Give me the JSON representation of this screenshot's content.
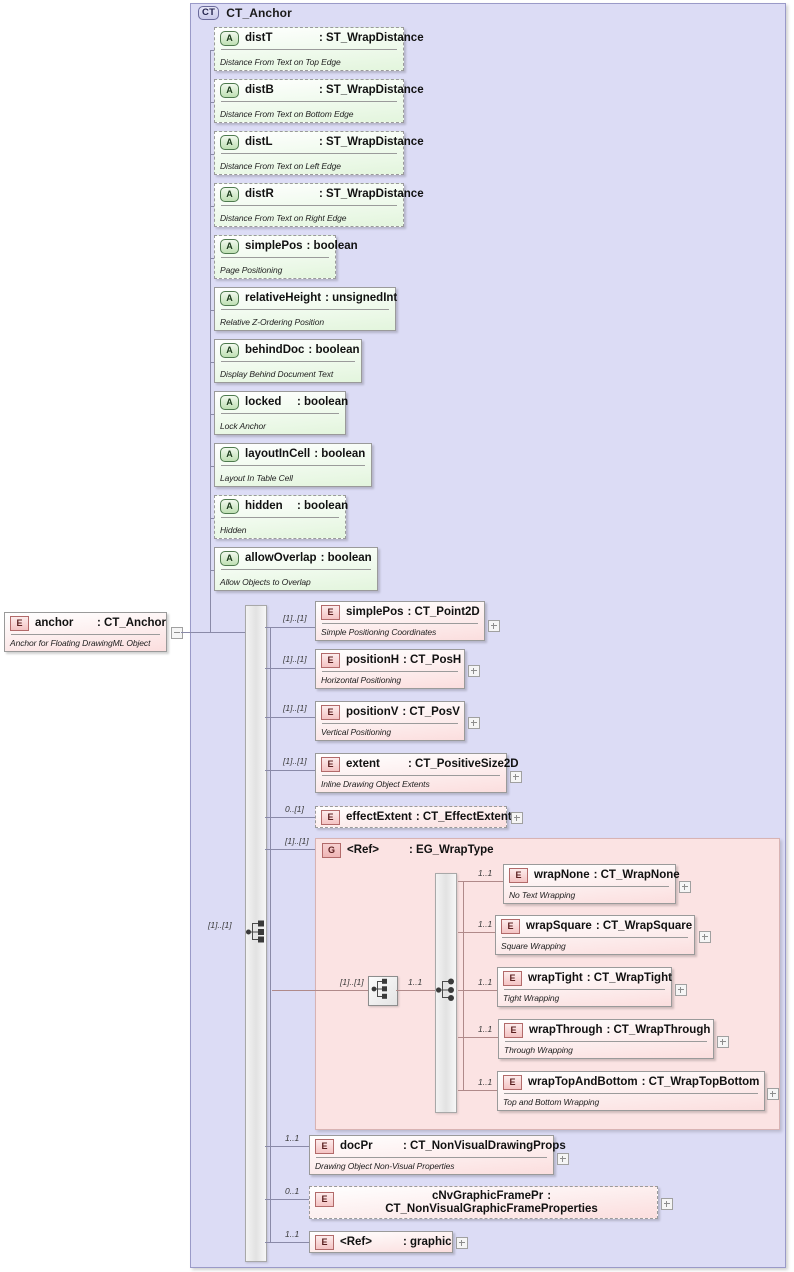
{
  "diagram": {
    "type": "xsd-schema-diagram",
    "root_container_label": "CT_Anchor",
    "root_badge": "CT"
  },
  "root_element": {
    "badge": "E",
    "name": "anchor",
    "type": ": CT_Anchor",
    "description": "Anchor for Floating DrawingML Object"
  },
  "attributes": [
    {
      "badge": "A",
      "name": "distT",
      "type": ": ST_WrapDistance",
      "description": "Distance From Text on Top Edge",
      "optional": true
    },
    {
      "badge": "A",
      "name": "distB",
      "type": ": ST_WrapDistance",
      "description": "Distance From Text on Bottom Edge",
      "optional": true
    },
    {
      "badge": "A",
      "name": "distL",
      "type": ": ST_WrapDistance",
      "description": "Distance From Text on Left Edge",
      "optional": true
    },
    {
      "badge": "A",
      "name": "distR",
      "type": ": ST_WrapDistance",
      "description": "Distance From Text on Right Edge",
      "optional": true
    },
    {
      "badge": "A",
      "name": "simplePos",
      "type": ": boolean",
      "description": "Page Positioning",
      "optional": true
    },
    {
      "badge": "A",
      "name": "relativeHeight",
      "type": ": unsignedInt",
      "description": "Relative Z-Ordering Position",
      "optional": false
    },
    {
      "badge": "A",
      "name": "behindDoc",
      "type": ": boolean",
      "description": "Display Behind Document Text",
      "optional": false
    },
    {
      "badge": "A",
      "name": "locked",
      "type": ": boolean",
      "description": "Lock Anchor",
      "optional": false
    },
    {
      "badge": "A",
      "name": "layoutInCell",
      "type": ": boolean",
      "description": "Layout In Table Cell",
      "optional": false
    },
    {
      "badge": "A",
      "name": "hidden",
      "type": ": boolean",
      "description": "Hidden",
      "optional": true
    },
    {
      "badge": "A",
      "name": "allowOverlap",
      "type": ": boolean",
      "description": "Allow Objects to Overlap",
      "optional": false
    }
  ],
  "sequence": {
    "cardinality": "[1]..[1]",
    "children": [
      {
        "badge": "E",
        "name": "simplePos",
        "type": ": CT_Point2D",
        "description": "Simple Positioning Coordinates",
        "cardinality": "[1]..[1]",
        "optional": false,
        "plus": true
      },
      {
        "badge": "E",
        "name": "positionH",
        "type": ": CT_PosH",
        "description": "Horizontal Positioning",
        "cardinality": "[1]..[1]",
        "optional": false,
        "plus": true
      },
      {
        "badge": "E",
        "name": "positionV",
        "type": ": CT_PosV",
        "description": "Vertical Positioning",
        "cardinality": "[1]..[1]",
        "optional": false,
        "plus": true
      },
      {
        "badge": "E",
        "name": "extent",
        "type": ": CT_PositiveSize2D",
        "description": "Inline Drawing Object Extents",
        "cardinality": "[1]..[1]",
        "optional": false,
        "plus": true
      },
      {
        "badge": "E",
        "name": "effectExtent",
        "type": ": CT_EffectExtent",
        "description": "",
        "cardinality": "0..[1]",
        "optional": true,
        "plus": true
      }
    ]
  },
  "wrap_group": {
    "badge": "G",
    "name": "<Ref>",
    "type": ": EG_WrapType",
    "cardinality": "[1]..[1]",
    "inner_sequence_cardinality": "[1]..[1]",
    "choice_cardinality": "1..1",
    "choices": [
      {
        "badge": "E",
        "name": "wrapNone",
        "type": ": CT_WrapNone",
        "description": "No Text Wrapping",
        "cardinality": "1..1",
        "plus": true
      },
      {
        "badge": "E",
        "name": "wrapSquare",
        "type": ": CT_WrapSquare",
        "description": "Square Wrapping",
        "cardinality": "1..1",
        "plus": true
      },
      {
        "badge": "E",
        "name": "wrapTight",
        "type": ": CT_WrapTight",
        "description": "Tight Wrapping",
        "cardinality": "1..1",
        "plus": true
      },
      {
        "badge": "E",
        "name": "wrapThrough",
        "type": ": CT_WrapThrough",
        "description": "Through Wrapping",
        "cardinality": "1..1",
        "plus": true
      },
      {
        "badge": "E",
        "name": "wrapTopAndBottom",
        "type": ": CT_WrapTopBottom",
        "description": "Top and Bottom Wrapping",
        "cardinality": "1..1",
        "plus": true
      }
    ]
  },
  "tail_children": [
    {
      "badge": "E",
      "name": "docPr",
      "type": ": CT_NonVisualDrawingProps",
      "description": "Drawing Object Non-Visual Properties",
      "cardinality": "1..1",
      "optional": false,
      "plus": true
    },
    {
      "badge": "E",
      "name": "cNvGraphicFramePr",
      "type": ": CT_NonVisualGraphicFrameProperties",
      "description": "",
      "cardinality": "0..1",
      "optional": true,
      "plus": true
    },
    {
      "badge": "E",
      "name": "<Ref>",
      "type": ": graphic",
      "description": "",
      "cardinality": "1..1",
      "optional": false,
      "plus": true
    }
  ],
  "colors": {
    "container_bg": "#dcdcf5",
    "group_bg": "#fbe3e3",
    "attr_accent": "#bfe0b4",
    "elem_accent": "#f4c3c3",
    "line": "#8a8aa8"
  }
}
